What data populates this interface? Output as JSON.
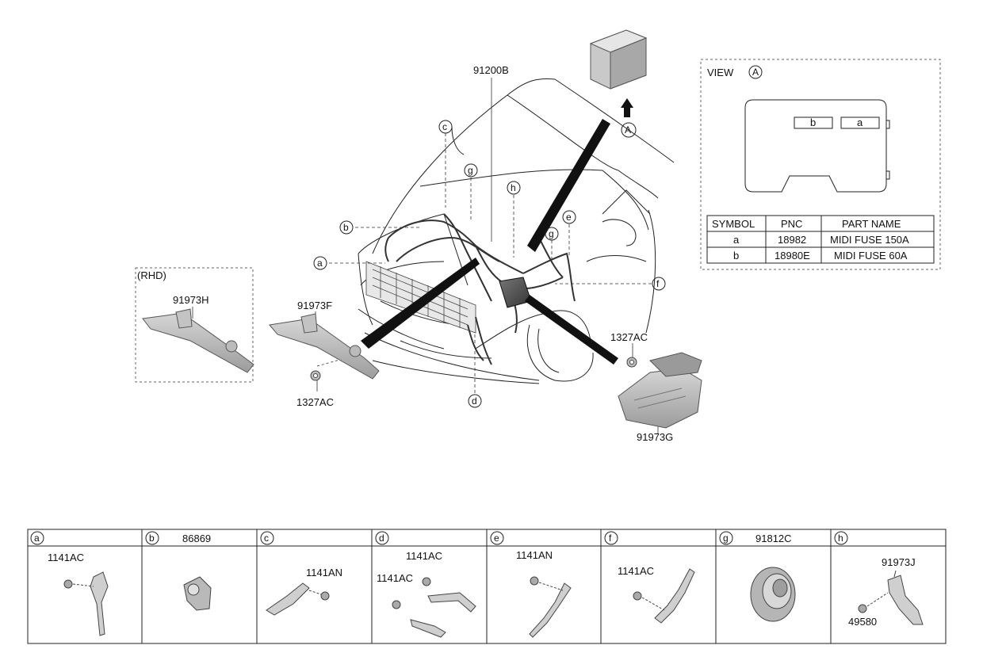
{
  "main": {
    "harness": "91200B",
    "callout_A": "A",
    "rhd_label": "(RHD)",
    "part_91973H": "91973H",
    "part_91973F": "91973F",
    "part_91973G": "91973G",
    "nut_left": "1327AC",
    "nut_right": "1327AC",
    "letters": {
      "a": "a",
      "b": "b",
      "c": "c",
      "d": "d",
      "e": "e",
      "f": "f",
      "g1": "g",
      "g2": "g",
      "h": "h"
    }
  },
  "view_a": {
    "title": "VIEW",
    "circle": "A",
    "fuse_b": "b",
    "fuse_a": "a",
    "table": {
      "headers": [
        "SYMBOL",
        "PNC",
        "PART NAME"
      ],
      "rows": [
        [
          "a",
          "18982",
          "MIDI FUSE 150A"
        ],
        [
          "b",
          "18980E",
          "MIDI FUSE 60A"
        ]
      ]
    }
  },
  "details": [
    {
      "letter": "a",
      "title": "",
      "labels": [
        "1141AC"
      ]
    },
    {
      "letter": "b",
      "title": "86869",
      "labels": []
    },
    {
      "letter": "c",
      "title": "",
      "labels": [
        "1141AN"
      ]
    },
    {
      "letter": "d",
      "title": "",
      "labels": [
        "1141AC",
        "1141AC"
      ]
    },
    {
      "letter": "e",
      "title": "",
      "labels": [
        "1141AN"
      ]
    },
    {
      "letter": "f",
      "title": "",
      "labels": [
        "1141AC"
      ]
    },
    {
      "letter": "g",
      "title": "91812C",
      "labels": []
    },
    {
      "letter": "h",
      "title": "",
      "labels": [
        "91973J",
        "49580"
      ]
    }
  ]
}
